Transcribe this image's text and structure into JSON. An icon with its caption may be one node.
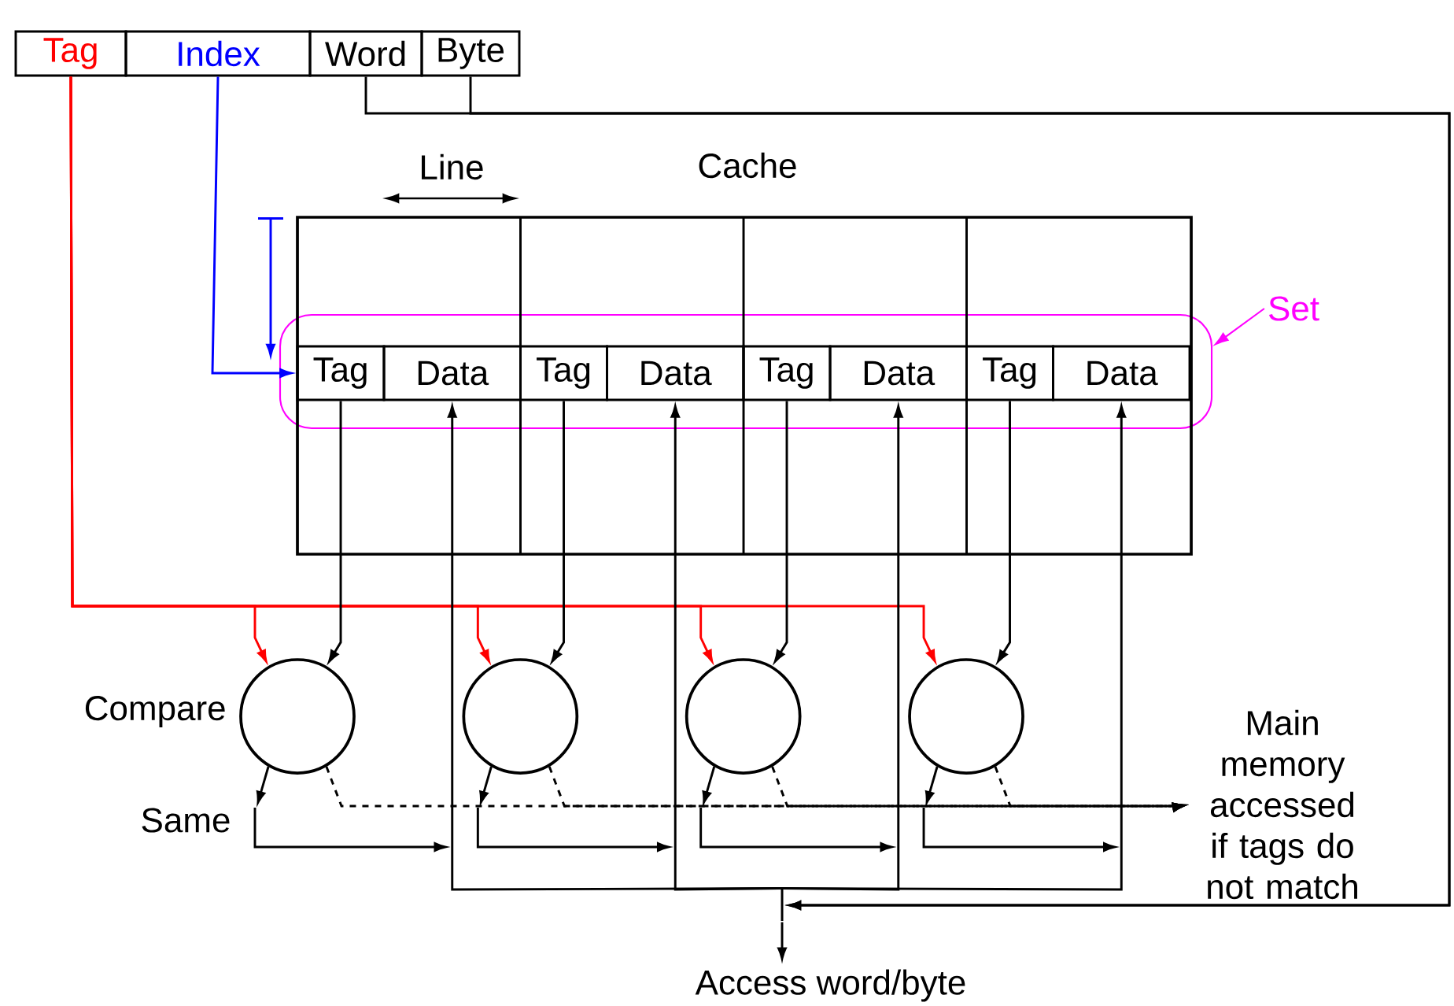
{
  "diagram": {
    "nodes": [
      {
        "text": [
          "Tag"
        ]
      },
      {
        "text": [
          "Index"
        ]
      },
      {
        "text": [
          "Word"
        ]
      },
      {
        "text": [
          "Byte"
        ]
      },
      {
        "text": [
          "Cache"
        ]
      },
      {
        "text": [
          "Tag"
        ],
        "in": 14
      },
      {
        "text": [
          "Data"
        ],
        "in": 14
      },
      {
        "text": [
          "Tag"
        ],
        "in": 14
      },
      {
        "text": [
          "Data"
        ],
        "in": 14
      },
      {
        "text": [
          "Tag"
        ],
        "in": 14
      },
      {
        "text": [
          "Data"
        ],
        "in": 14
      },
      {
        "text": [
          "Tag"
        ],
        "in": 14
      },
      {
        "text": [
          "Data"
        ],
        "in": 14
      },
      {
        "text": [
          "Set"
        ]
      },
      {
        "text": [],
        "shape": "box",
        "in": 4
      },
      {
        "text": [],
        "shape": "circle",
        "beside": [
          "Compare"
        ]
      },
      {
        "text": [],
        "shape": "circle"
      },
      {
        "text": [],
        "shape": "circle"
      },
      {
        "text": [],
        "shape": "circle"
      },
      {
        "text": [
          "Main memory accessed if tags do not match"
        ]
      },
      {
        "text": [
          "Access word/byte"
        ]
      },
      {
        "text": [],
        "shape": "bar"
      }
    ],
    "edges": [
      {
        "from": 0,
        "to": 15,
        "arrow": "to",
        "color": "#ff0000"
      },
      {
        "from": 0,
        "to": 16,
        "arrow": "to",
        "color": "#ff0000"
      },
      {
        "from": 0,
        "to": 17,
        "arrow": "to",
        "color": "#ff0000"
      },
      {
        "from": 0,
        "to": 18,
        "arrow": "to",
        "color": "#ff0000"
      },
      {
        "from": 1,
        "to": 5,
        "arrow": "to",
        "color": "#0000ff"
      },
      {
        "from": 5,
        "to": 15,
        "arrow": "to"
      },
      {
        "from": 7,
        "to": 16,
        "arrow": "to"
      },
      {
        "from": 9,
        "to": 17,
        "arrow": "to"
      },
      {
        "from": 11,
        "to": 18,
        "arrow": "to"
      },
      {
        "from": 15,
        "to": null,
        "arrow": "to"
      },
      {
        "from": 16,
        "to": null,
        "arrow": "to"
      },
      {
        "from": 17,
        "to": null,
        "arrow": "to"
      },
      {
        "from": 18,
        "to": null,
        "arrow": "to"
      },
      {
        "from": 15,
        "to": 19,
        "arrow": "to",
        "style": "dashed"
      },
      {
        "from": 16,
        "to": 19,
        "arrow": "to",
        "style": "dashed"
      },
      {
        "from": 17,
        "to": 19,
        "arrow": "to",
        "style": "dashed"
      },
      {
        "from": 18,
        "to": 19,
        "arrow": "to",
        "style": "dashed"
      },
      {
        "from": 2,
        "to": 21,
        "arrow": "to"
      },
      {
        "from": 3,
        "to": 21,
        "arrow": "to"
      },
      {
        "from": 21,
        "to": 6,
        "arrow": "to"
      },
      {
        "from": 21,
        "to": 8,
        "arrow": "to"
      },
      {
        "from": 21,
        "to": 10,
        "arrow": "to"
      },
      {
        "from": 21,
        "to": 12,
        "arrow": "to"
      },
      {
        "from": 21,
        "to": 20,
        "arrow": "to"
      },
      {
        "from": 13,
        "to": 14,
        "arrow": "to",
        "color": "#ff00ff"
      }
    ],
    "labels": [
      "Line",
      "Same"
    ]
  }
}
